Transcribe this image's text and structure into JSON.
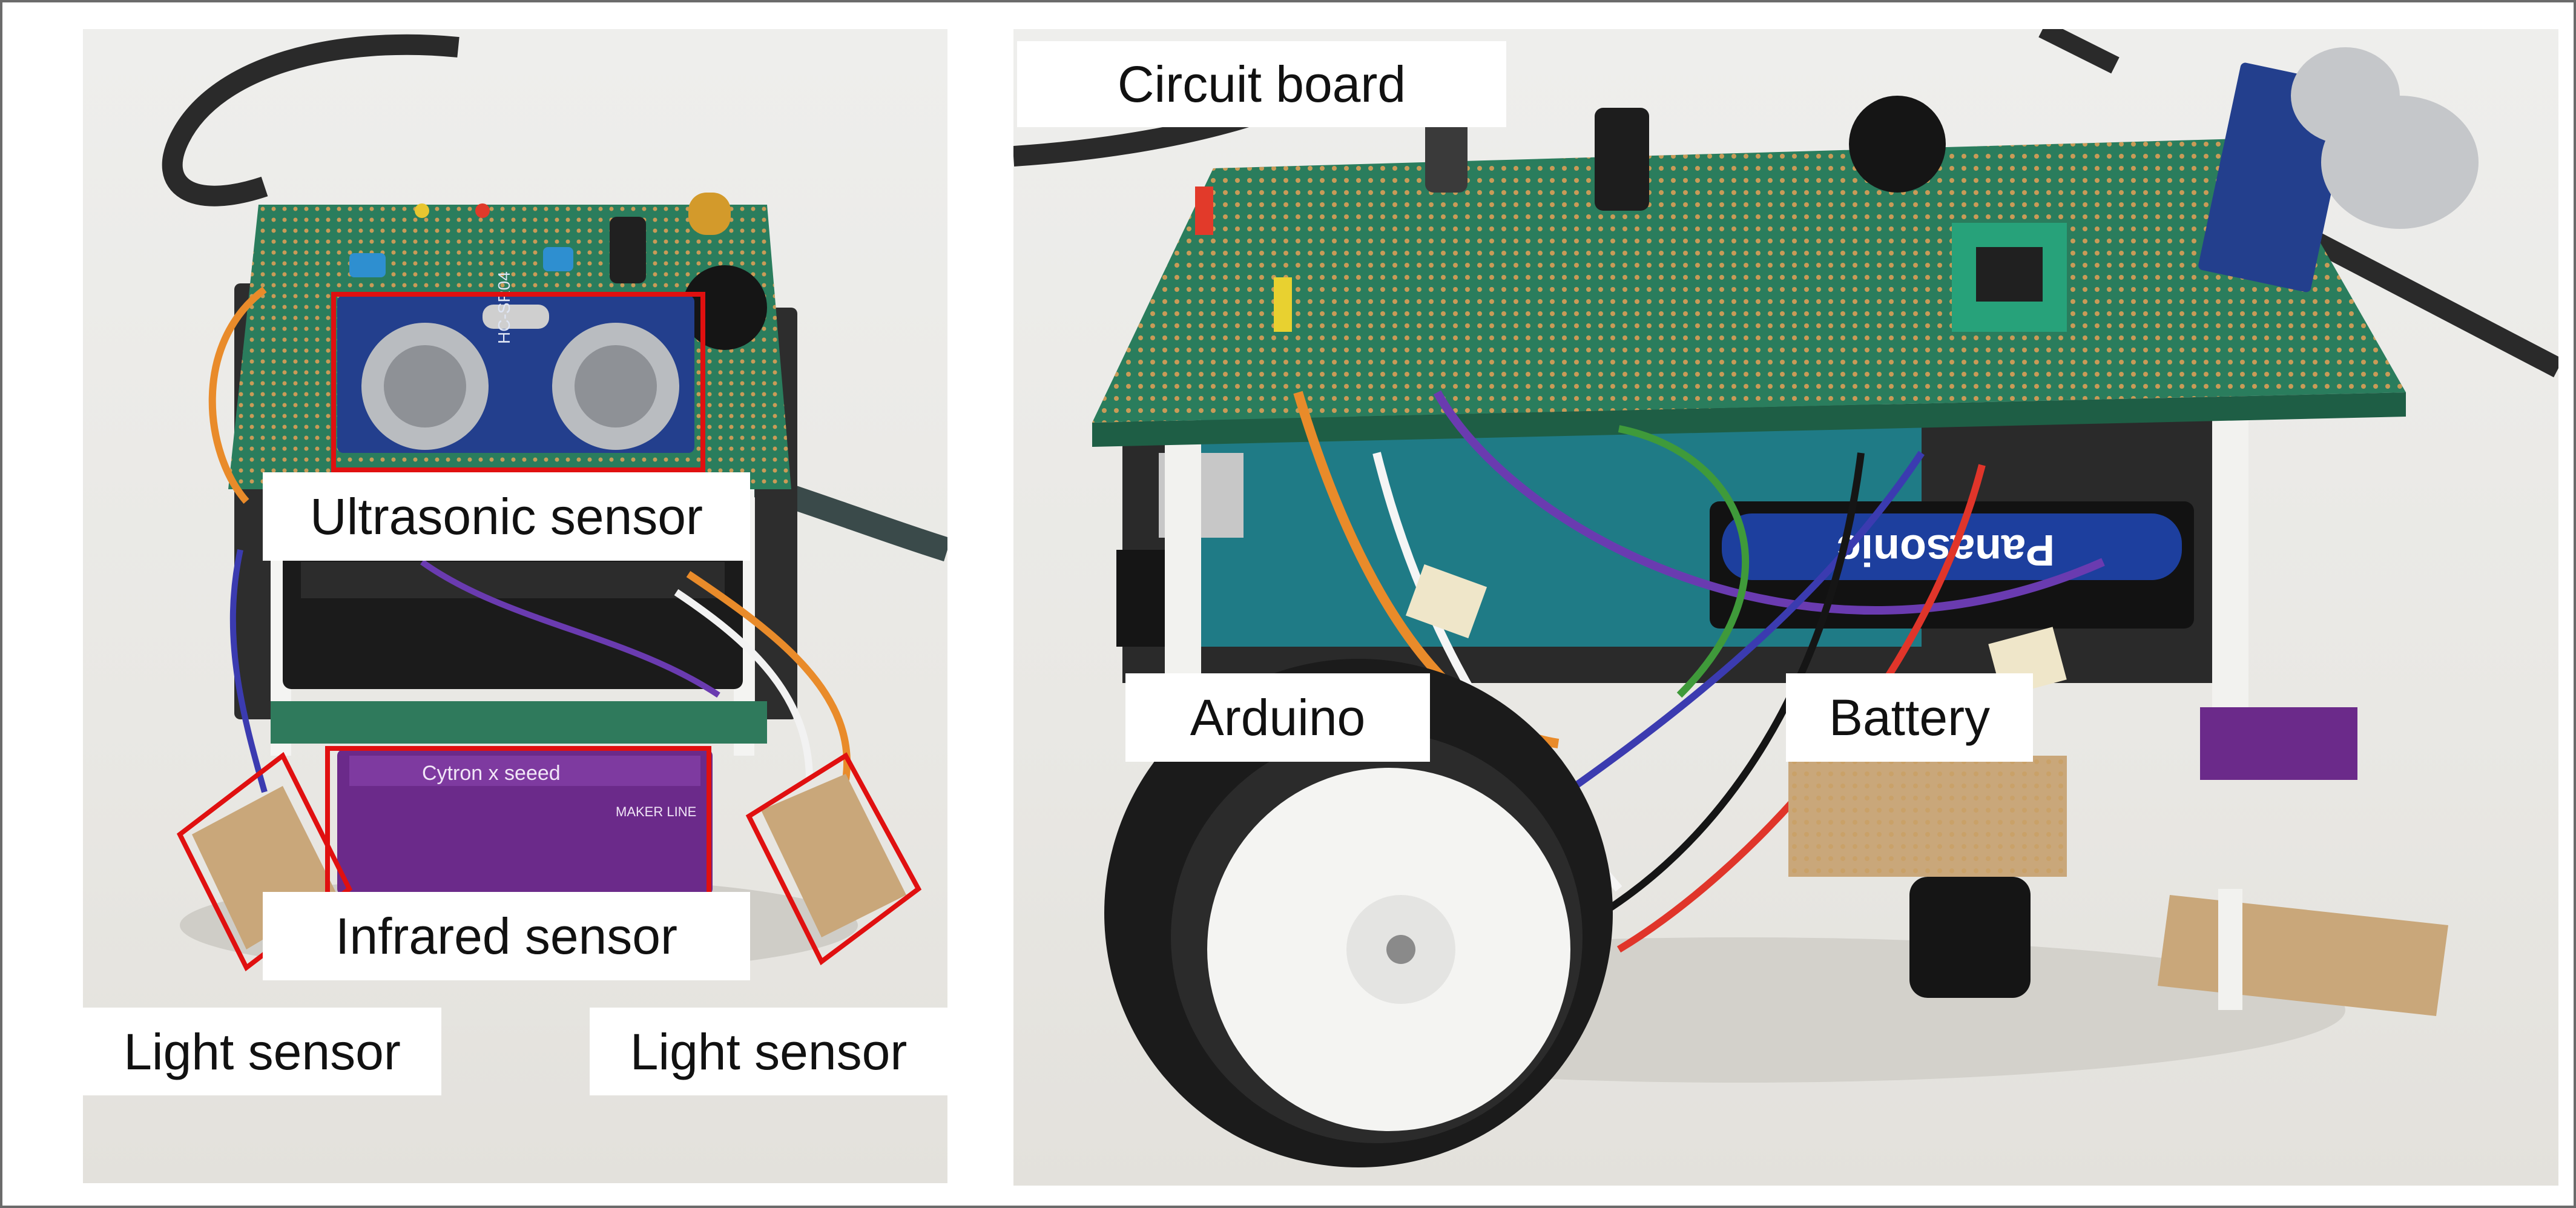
{
  "labels": {
    "circuit_board": "Circuit board",
    "ultrasonic_sensor": "Ultrasonic sensor",
    "infrared_sensor": "Infrared sensor",
    "light_sensor_left": "Light sensor",
    "light_sensor_right": "Light sensor",
    "arduino": "Arduino",
    "battery": "Battery"
  },
  "printed_text": {
    "ultrasonic_module": "HC-SR04",
    "battery_brand": "Panasonic",
    "ir_board_brand": "Cytron x seeed",
    "ir_board_name": "MAKER LINE"
  },
  "colors": {
    "highlight_box": "#e01010",
    "pcb_green": "#1f7a5a",
    "ultrasonic_blue": "#1f3f8f",
    "ir_board_purple": "#6b2a8a"
  }
}
